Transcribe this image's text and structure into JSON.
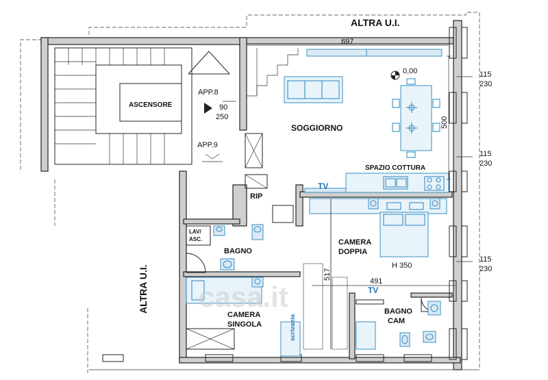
{
  "neighbors": {
    "top": "ALTRA U.I.",
    "left": "ALTRA U.I."
  },
  "rooms": {
    "elevator": "ASCENSORE",
    "living": "SOGGIORNO",
    "kitchen": "SPAZIO COTTURA",
    "storage": "RIP",
    "bathroom": "BAGNO",
    "laundry_line1": "LAV/",
    "laundry_line2": "ASC.",
    "double_line1": "CAMERA",
    "double_line2": "DOPPIA",
    "single_line1": "CAMERA",
    "single_line2": "SINGOLA",
    "ensuite_line1": "BAGNO",
    "ensuite_line2": "CAM",
    "desk": "scrivania"
  },
  "apartments": {
    "app8": "APP.8",
    "app9": "APP.9"
  },
  "dimensions": {
    "top_width": "697",
    "level": "0,00",
    "door_w": "90",
    "door_h": "250",
    "living_height": "500",
    "bedroom_height": "517",
    "bedroom_width": "491",
    "ceiling": "H 350",
    "win1_w": "115",
    "win1_h": "230",
    "win2_w": "115",
    "win2_h": "230",
    "win3_w": "115",
    "win3_h": "230"
  },
  "tv": {
    "living": "TV",
    "bedroom": "TV"
  },
  "watermark": "casa.it"
}
